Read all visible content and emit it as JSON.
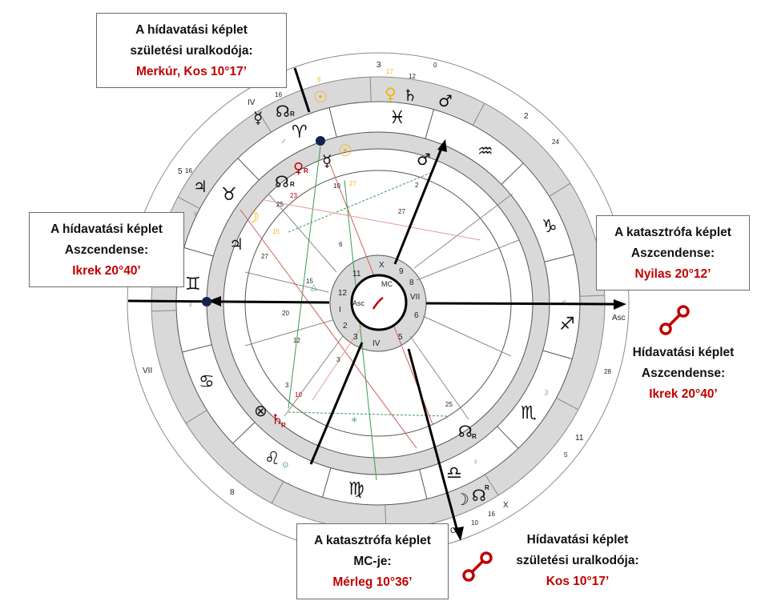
{
  "callouts": {
    "top_left": {
      "line1": "A hídavatási képlet",
      "line2": "születési uralkodója:",
      "value": "Merkúr, Kos 10°17’"
    },
    "mid_left": {
      "line1": "A hídavatási képlet",
      "line2": "Aszcendense:",
      "value": "Ikrek 20°40’"
    },
    "mid_right": {
      "line1": "A katasztrófa képlet",
      "line2": "Aszcendense:",
      "value": "Nyilas 20°12’"
    },
    "bottom_center": {
      "line1": "A katasztrófa képlet",
      "line2": "MC-je:",
      "value": "Mérleg 10°36’"
    }
  },
  "annotations": {
    "right": {
      "line1": "Hídavatási képlet",
      "line2": "Aszcendense:",
      "value": "Ikrek 20°40’"
    },
    "bottom_right": {
      "line1": "Hídavatási képlet",
      "line2": "születési uralkodója:",
      "value": "Kos 10°17’"
    }
  },
  "chart": {
    "outer_house_labels": [
      {
        "text": "3"
      },
      {
        "text": "2"
      },
      {
        "text": "11"
      },
      {
        "text": "VII"
      },
      {
        "text": "8"
      },
      {
        "text": "IV"
      },
      {
        "text": "5"
      },
      {
        "text": "X"
      },
      {
        "text": "C"
      },
      {
        "text": "Asc"
      }
    ],
    "outer_degree_labels": [
      {
        "text": "0"
      },
      {
        "text": "24"
      },
      {
        "text": "16"
      },
      {
        "text": "16"
      },
      {
        "text": "28"
      },
      {
        "text": "5"
      },
      {
        "text": "16"
      },
      {
        "text": "10"
      },
      {
        "text": "12"
      },
      {
        "text": "17"
      },
      {
        "text": "6"
      }
    ],
    "inner_house_numbers": [
      "9",
      "X",
      "11",
      "12",
      "I",
      "2",
      "3",
      "IV",
      "5",
      "6",
      "VII",
      "8"
    ],
    "inner_degree_labels": [
      {
        "text": "2"
      },
      {
        "text": "27"
      },
      {
        "text": "27"
      },
      {
        "text": "20"
      },
      {
        "text": "12"
      },
      {
        "text": "3"
      },
      {
        "text": "3"
      },
      {
        "text": "10"
      },
      {
        "text": "25"
      },
      {
        "text": "10"
      },
      {
        "text": "25"
      },
      {
        "text": "23"
      },
      {
        "text": "15"
      },
      {
        "text": "15"
      },
      {
        "text": "6"
      },
      {
        "text": "27"
      }
    ],
    "center_labels": {
      "mc": "MC",
      "asc": "Asc"
    },
    "zodiac_signs": [
      "♈",
      "♉",
      "♊",
      "♋",
      "♌",
      "♍",
      "♎",
      "♏",
      "♐",
      "♑",
      "♒",
      "♓"
    ],
    "planet_glyphs": {
      "sun": "☉",
      "moon": "☽",
      "mercury": "☿",
      "venus": "♀",
      "mars": "♂",
      "jupiter": "♃",
      "saturn": "♄",
      "node": "☊",
      "fortune": "⊗",
      "retro": "R"
    },
    "colors": {
      "ring_gray": "#d9d9d9",
      "highlight_red": "#c00000",
      "marker_navy": "#13234e",
      "sun_gold": "#f2b30e",
      "green_aspect": "#3a9b54",
      "red_aspect": "#d65a5a",
      "pink_aspect": "#e89a9a"
    }
  }
}
